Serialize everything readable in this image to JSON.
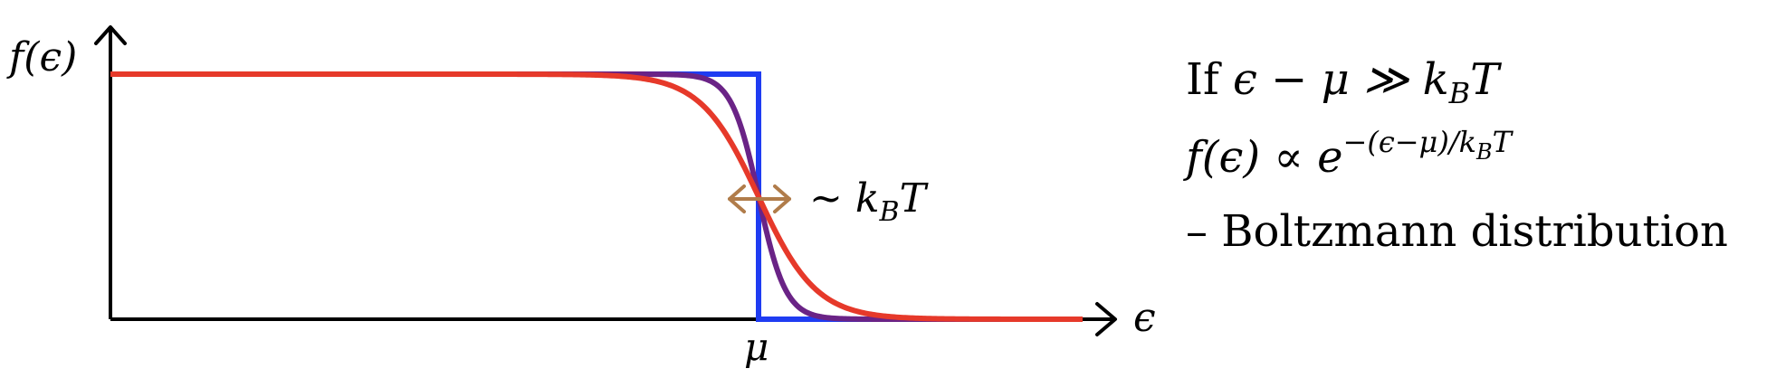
{
  "colors": {
    "axis": "#000000",
    "step": "#1f3cf2",
    "mid": "#6a2386",
    "warm": "#e6392a",
    "width_arrow": "#b07c4a"
  },
  "diagram": {
    "y_axis_label": "f(ϵ)",
    "x_axis_label": "ϵ",
    "mu_label": "μ",
    "width_label": "∼ k",
    "width_label_sub": "B",
    "width_label_tail": "T"
  },
  "annotation": {
    "line1_prefix": "If ",
    "line1_math": "ϵ − μ ≫ k",
    "line1_sub": "B",
    "line1_tail": "T",
    "line2_math": "f(ϵ) ∝ e",
    "line2_sup": "−(ϵ−μ)/k",
    "line2_sup_sub": "B",
    "line2_sup_tail": "T",
    "line3": "– Boltzmann distribution"
  }
}
